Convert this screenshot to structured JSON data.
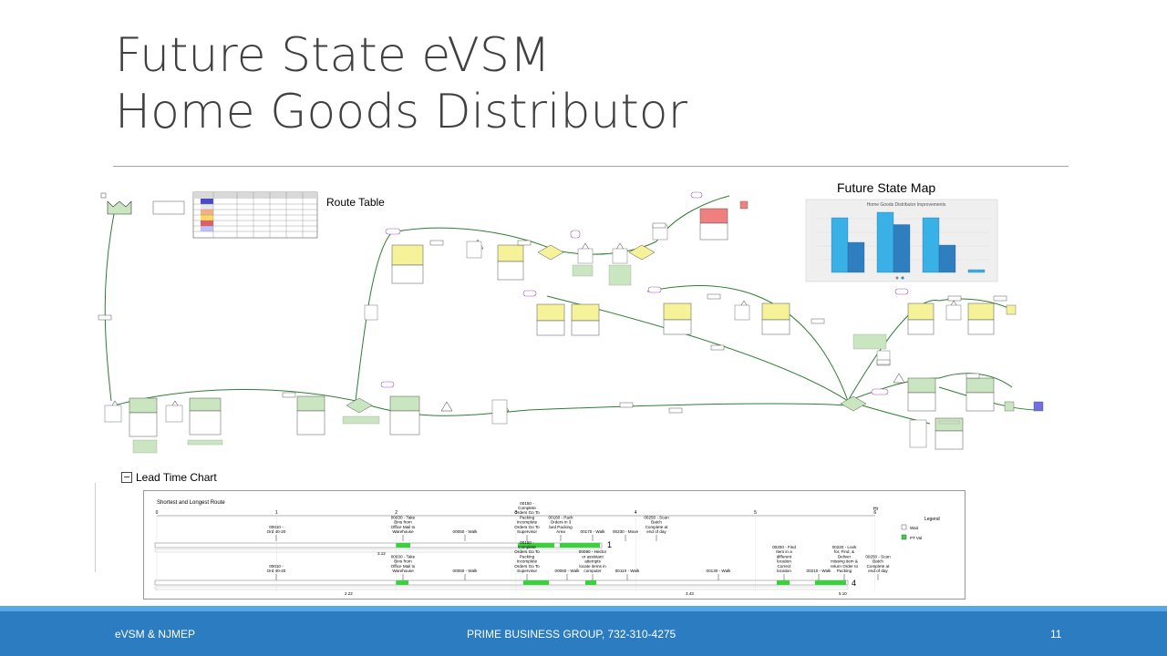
{
  "slide": {
    "title_line1": "Future State eVSM",
    "title_line2": "Home Goods Distributor"
  },
  "diagram": {
    "route_table_label": "Route Table",
    "future_state_map_label": "Future State Map",
    "future_state_chart_title": "Home Goods Distributor Improvements",
    "colors": {
      "process_box": "#f5f29a",
      "green_note": "#c9e6c0",
      "link": "#2e7d32",
      "red_box": "#f08080",
      "bar_light": "#39b1e6",
      "bar_dark": "#2f7fc0"
    },
    "improvement_chart": {
      "type": "bar",
      "series": [
        {
          "values": [
            40,
            22,
            44,
            35,
            40,
            20,
            2
          ]
        }
      ]
    }
  },
  "lead_time": {
    "title": "Lead Time Chart",
    "subtitle": "Shortest and Longest Route",
    "axis_ticks": [
      "0",
      "1",
      "2",
      "3",
      "4",
      "5",
      "6"
    ],
    "axis_unit": "Hr",
    "route_markers": [
      "1",
      "4"
    ],
    "row1_labels": [
      "00010 -\nOrd 40-20",
      "00030 - Take\nBins from\nOffice Mail to\nWarehouse",
      "00050 - Walk",
      "00150 -\nComplete\nOrders Go To\nPacking\nIncomplete\nOrders Go To\nSupervisor",
      "00160 - Pack\nOrders in 3\nbed Packing\nArea",
      "00170 - Walk",
      "00230 - Move",
      "00250 - Scan\nBatch\nComplete at\nend of day"
    ],
    "row2_labels": [
      "00010 -\nOrd 40-20",
      "00030 - Take\nBins from\nOffice Mail to\nWarehouse",
      "00050 - Walk",
      "00150 -\nComplete\nOrders Go To\nPacking\nIncomplete\nOrders Go To\nSupervisor",
      "00060 - Walk",
      "00090 - Hector\nor assistant\nattempts\nlocate items in\ncomputer",
      "00110 - Walk",
      "00130 - Walk",
      "00200 - Find\nItem in a\ndifferent\nlocation\nCorrect\nlocation",
      "00210 - Walk",
      "00220 - Look\nfor, Find, &\nDeliver\nmissing item &\nreturn Order to\nPacking",
      "00250 - Scan\nBatch\nComplete at\nend of day"
    ],
    "row1_total": "3.12",
    "row2_totals": [
      "2.22",
      "3.43",
      "5.10"
    ],
    "legend": {
      "title": "Legend",
      "items": [
        "Wait",
        "PT Val"
      ]
    }
  },
  "footer": {
    "left": "eVSM & NJMEP",
    "center": "PRIME BUSINESS GROUP, 732-310-4275",
    "page": "11"
  }
}
